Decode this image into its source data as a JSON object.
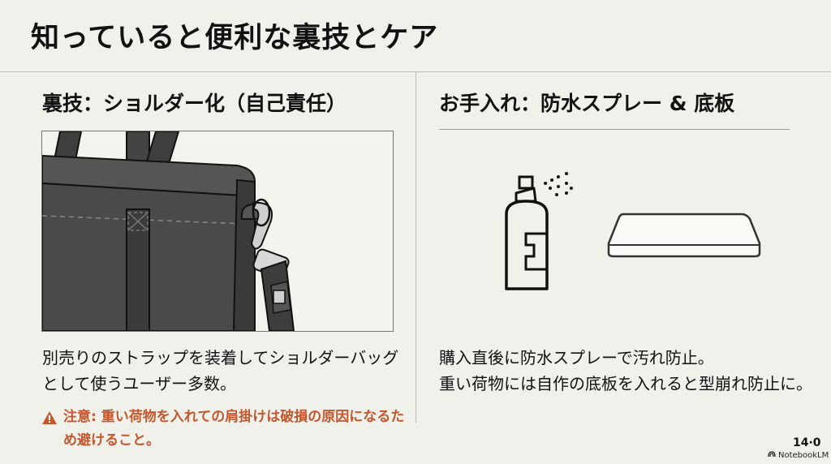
{
  "slide": {
    "title": "知っていると便利な裏技とケア",
    "page_number": "14·0",
    "brand": "NotebookLM"
  },
  "left": {
    "heading": "裏技：ショルダー化（自己責任）",
    "description": "別売りのストラップを装着してショルダーバッグとして使うユーザー多数。",
    "warning": "注意: 重い荷物を入れての肩掛けは破損の原因になるため避けること。",
    "warning_icon": "warning-triangle-icon",
    "accent_color": "#c4572d"
  },
  "right": {
    "heading": "お手入れ：防水スプレー & 底板",
    "line1": "購入直後に防水スプレーで汚れ防止。",
    "line2": "重い荷物には自作の底板を入れると型崩れ防止に。",
    "icons": [
      "spray-can-icon",
      "bottom-board-icon"
    ]
  }
}
